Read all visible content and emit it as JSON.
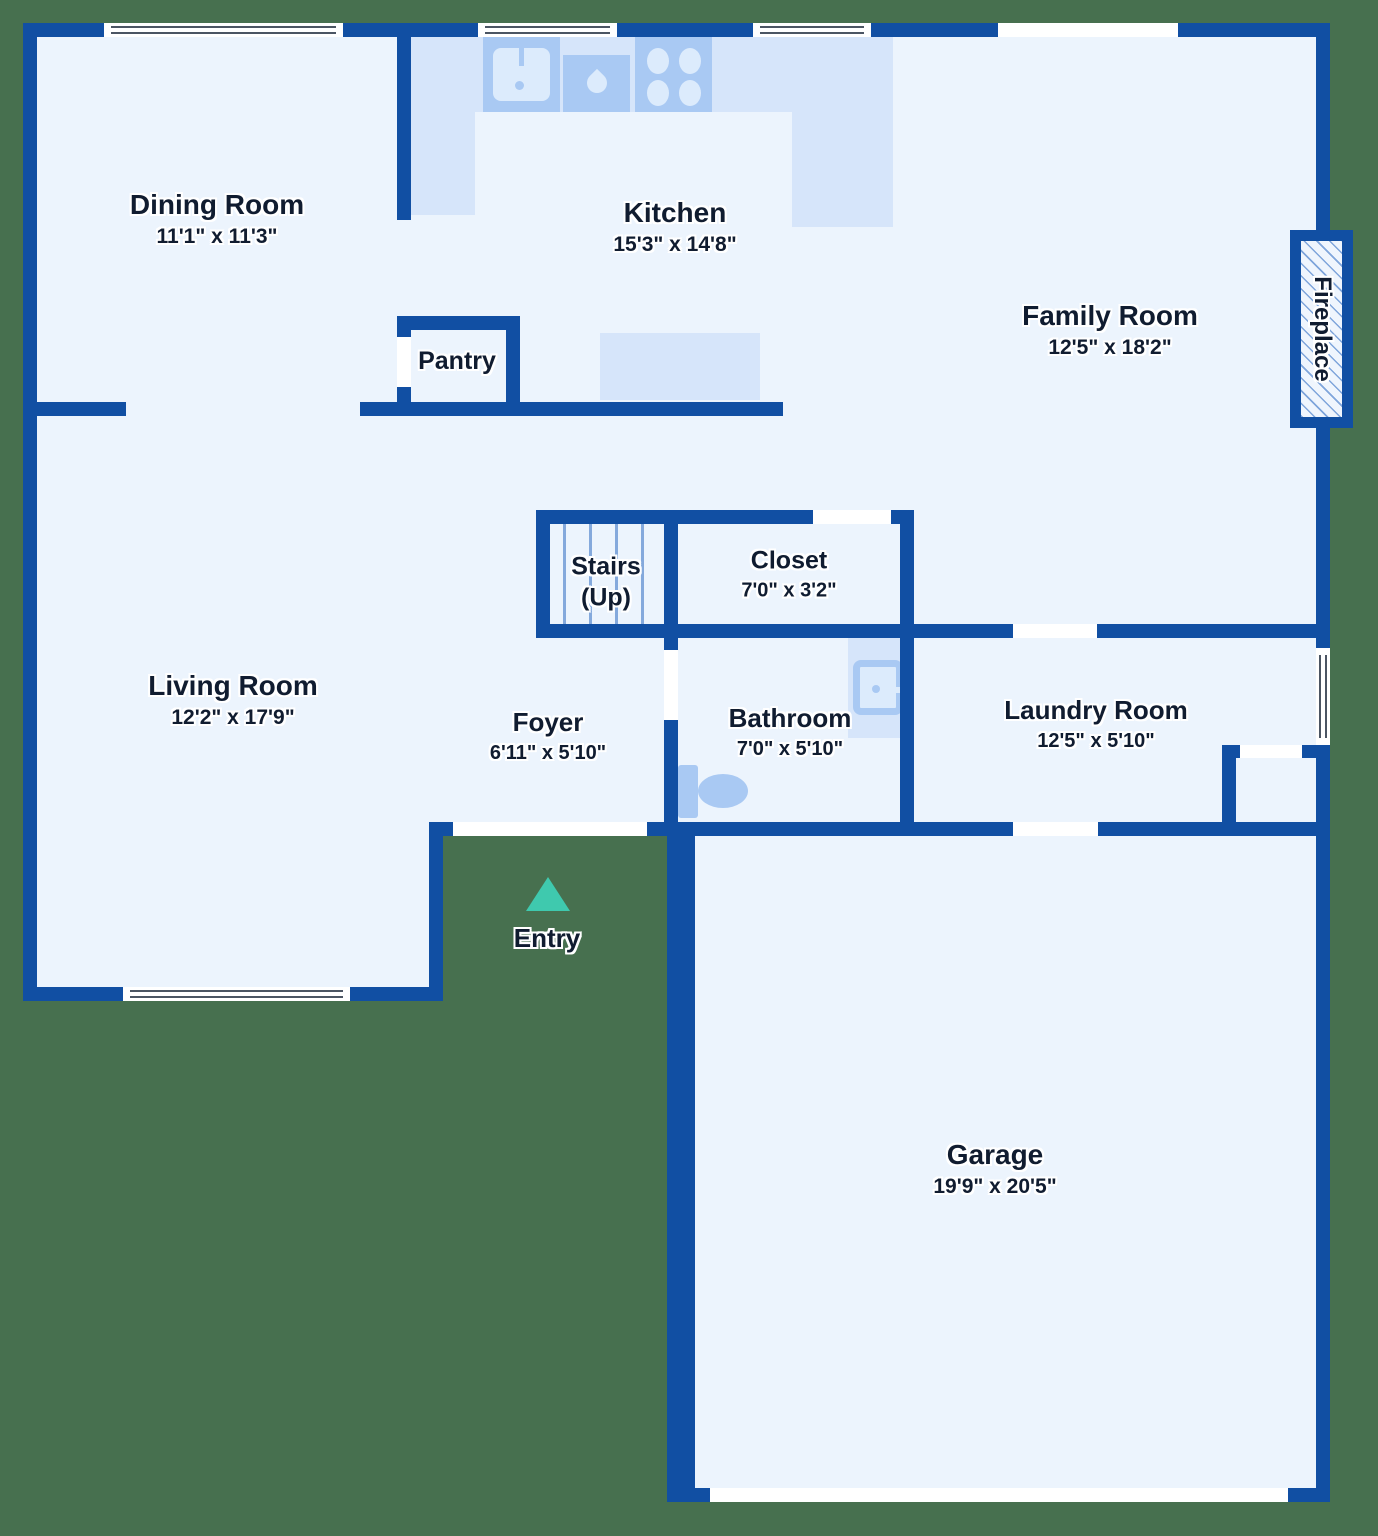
{
  "background_color": "#47704F",
  "colors": {
    "wall": "#114FA3",
    "floor": "#ECF4FD",
    "counter": "#D6E5FA",
    "fixture": "#A9C9F3",
    "fixture_light": "#DCEBFC",
    "entry_arrow": "#3FC9AE",
    "label_text": "#101C30"
  },
  "rooms": {
    "dining": {
      "name": "Dining Room",
      "dims": "11'1\" x 11'3\""
    },
    "kitchen": {
      "name": "Kitchen",
      "dims": "15'3\" x 14'8\""
    },
    "family": {
      "name": "Family Room",
      "dims": "12'5\" x 18'2\""
    },
    "pantry": {
      "name": "Pantry"
    },
    "stairs": {
      "name": "Stairs",
      "sub": "(Up)"
    },
    "closet": {
      "name": "Closet",
      "dims": "7'0\" x 3'2\""
    },
    "living": {
      "name": "Living Room",
      "dims": "12'2\" x 17'9\""
    },
    "foyer": {
      "name": "Foyer",
      "dims": "6'11\" x 5'10\""
    },
    "bathroom": {
      "name": "Bathroom",
      "dims": "7'0\" x 5'10\""
    },
    "laundry": {
      "name": "Laundry Room",
      "dims": "12'5\" x 5'10\""
    },
    "garage": {
      "name": "Garage",
      "dims": "19'9\" x 20'5\""
    },
    "entry": {
      "name": "Entry"
    },
    "fireplace": {
      "name": "Fireplace"
    }
  }
}
